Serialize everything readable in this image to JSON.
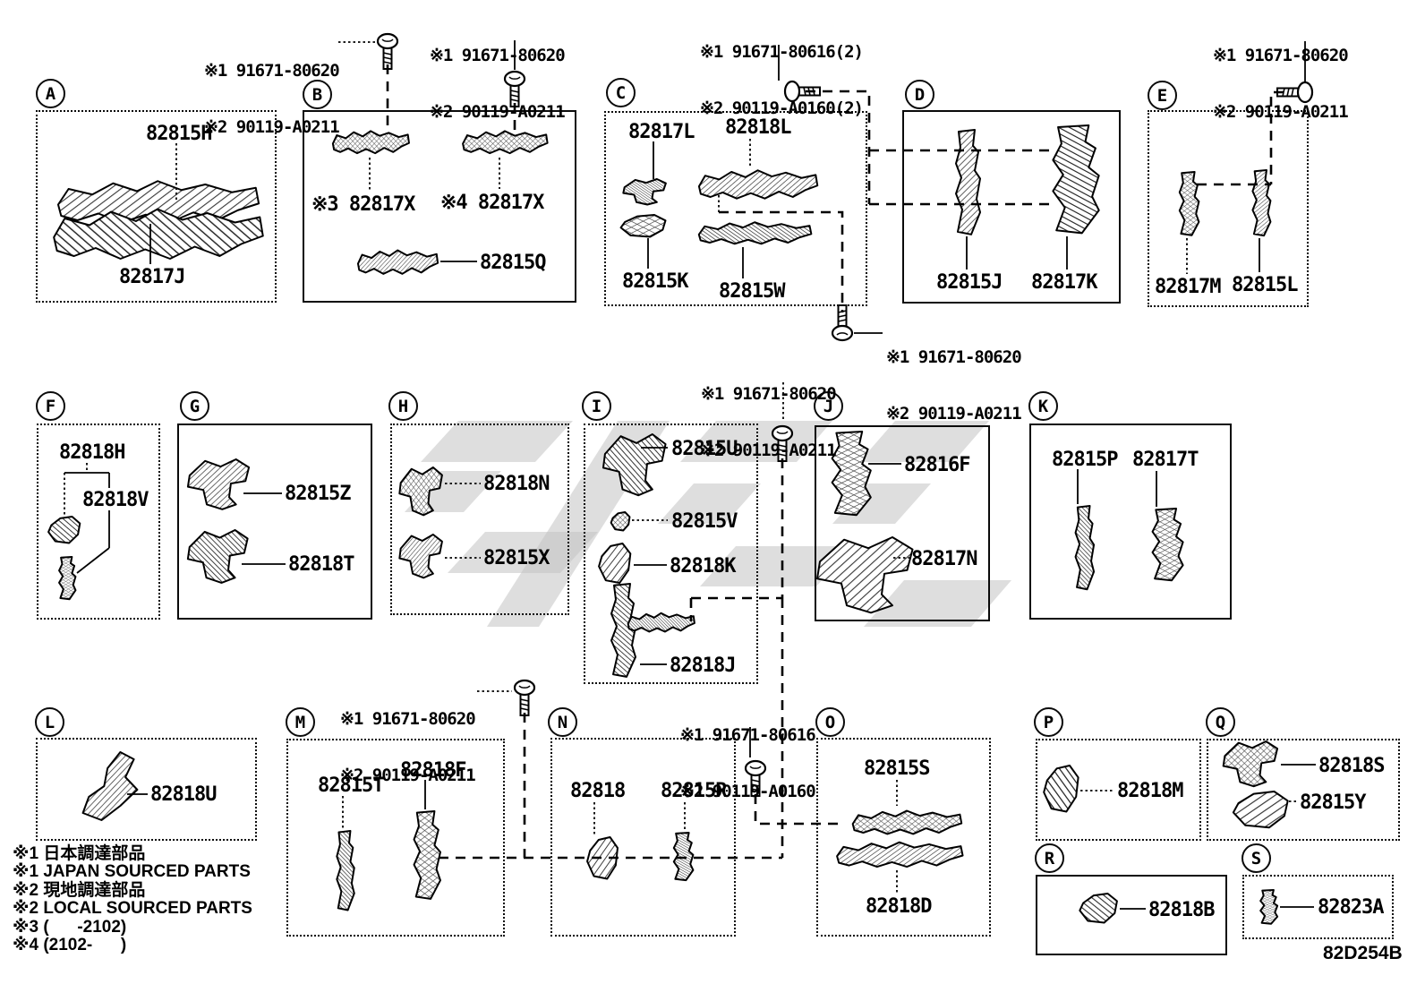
{
  "diagram_code": "82D254B",
  "watermark_color": "#c3c3c3",
  "legend": {
    "lines": [
      "※1 日本調達部品",
      "※1 JAPAN SOURCED PARTS",
      "※2 現地調達部品",
      "※2 LOCAL SOURCED PARTS",
      "※3 (      -2102)",
      "※4 (2102-      )"
    ]
  },
  "callouts": [
    {
      "line1": "※1 91671-80620",
      "line2": "※2 90119-A0211"
    },
    {
      "line1": "※1 91671-80620",
      "line2": "※2 90119-A0211"
    },
    {
      "line1": "※1 91671-80616(2)",
      "line2": "※2 90119-A0160(2)"
    },
    {
      "line1": "※1 91671-80620",
      "line2": "※2 90119-A0211"
    },
    {
      "line1": "※1 91671-80620",
      "line2": "※2 90119-A0211"
    },
    {
      "line1": "※1 91671-80620",
      "line2": "※2 90119-A0211"
    },
    {
      "line1": "※1 91671-80620",
      "line2": "※2 90119-A0211"
    },
    {
      "line1": "※1 91671-80616",
      "line2": "※2 90119-A0160"
    }
  ],
  "sections": [
    {
      "letter": "A",
      "parts": [
        {
          "label": "82815H"
        },
        {
          "label": "82817J"
        }
      ]
    },
    {
      "letter": "B",
      "parts": [
        {
          "label": "※3 82817X"
        },
        {
          "label": "※4 82817X"
        },
        {
          "label": "82815Q"
        }
      ]
    },
    {
      "letter": "C",
      "parts": [
        {
          "label": "82817L"
        },
        {
          "label": "82818L"
        },
        {
          "label": "82815K"
        },
        {
          "label": "82815W"
        }
      ]
    },
    {
      "letter": "D",
      "parts": [
        {
          "label": "82815J"
        },
        {
          "label": "82817K"
        }
      ]
    },
    {
      "letter": "E",
      "parts": [
        {
          "label": "82817M"
        },
        {
          "label": "82815L"
        }
      ]
    },
    {
      "letter": "F",
      "parts": [
        {
          "label": "82818H"
        },
        {
          "label": "82818V"
        }
      ]
    },
    {
      "letter": "G",
      "parts": [
        {
          "label": "82815Z"
        },
        {
          "label": "82818T"
        }
      ]
    },
    {
      "letter": "H",
      "parts": [
        {
          "label": "82818N"
        },
        {
          "label": "82815X"
        }
      ]
    },
    {
      "letter": "I",
      "parts": [
        {
          "label": "82815U"
        },
        {
          "label": "82815V"
        },
        {
          "label": "82818K"
        },
        {
          "label": "82818J"
        }
      ]
    },
    {
      "letter": "J",
      "parts": [
        {
          "label": "82816F"
        },
        {
          "label": "82817N"
        }
      ]
    },
    {
      "letter": "K",
      "parts": [
        {
          "label": "82815P"
        },
        {
          "label": "82817T"
        }
      ]
    },
    {
      "letter": "L",
      "parts": [
        {
          "label": "82818U"
        }
      ]
    },
    {
      "letter": "M",
      "parts": [
        {
          "label": "82815T"
        },
        {
          "label": "82818F"
        }
      ]
    },
    {
      "letter": "N",
      "parts": [
        {
          "label": "82818"
        },
        {
          "label": "82815R"
        }
      ]
    },
    {
      "letter": "O",
      "parts": [
        {
          "label": "82815S"
        },
        {
          "label": "82818D"
        }
      ]
    },
    {
      "letter": "P",
      "parts": [
        {
          "label": "82818M"
        }
      ]
    },
    {
      "letter": "Q",
      "parts": [
        {
          "label": "82818S"
        },
        {
          "label": "82815Y"
        }
      ]
    },
    {
      "letter": "R",
      "parts": [
        {
          "label": "82818B"
        }
      ]
    },
    {
      "letter": "S",
      "parts": [
        {
          "label": "82823A"
        }
      ]
    }
  ]
}
